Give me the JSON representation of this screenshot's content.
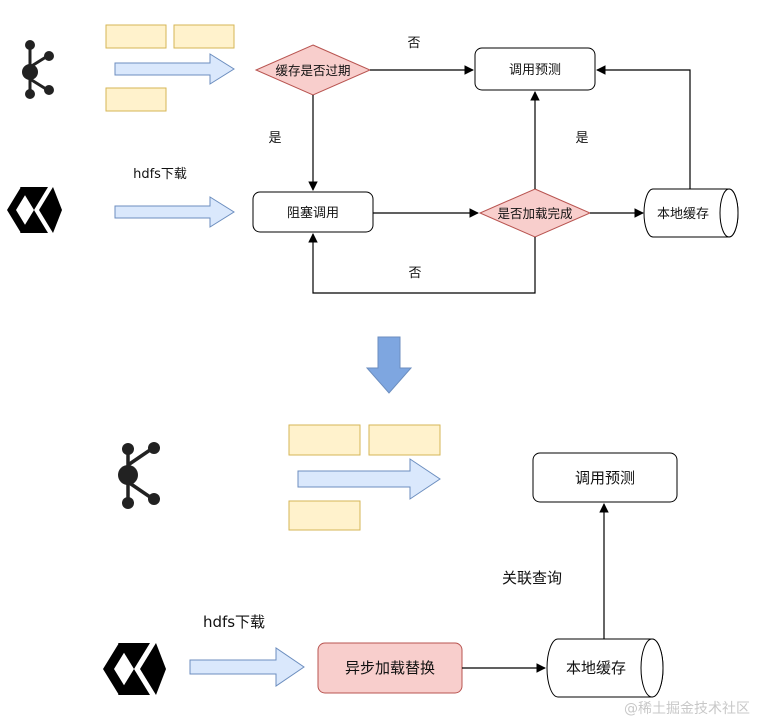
{
  "top": {
    "decision_expired": "缓存是否过期",
    "call_predict": "调用预测",
    "blocking_call": "阻塞调用",
    "decision_loaded": "是否加载完成",
    "local_cache": "本地缓存",
    "hdfs_download": "hdfs下载",
    "edge_no_1": "否",
    "edge_yes_1": "是",
    "edge_yes_2": "是",
    "edge_no_2": "否"
  },
  "bottom": {
    "call_predict": "调用预测",
    "association_query": "关联查询",
    "hdfs_download": "hdfs下载",
    "async_replace": "异步加载替换",
    "local_cache": "本地缓存"
  },
  "watermark": "@稀土掘金技术社区",
  "colors": {
    "decision_fill": "#f8cecc",
    "decision_stroke": "#b85450",
    "msg_fill": "#fff2cc",
    "msg_stroke": "#d6b656",
    "arrow_fill": "#dae8fc",
    "arrow_stroke": "#6c8ebf",
    "down_arrow_fill": "#7ea6e0",
    "async_fill": "#f8cecc"
  }
}
